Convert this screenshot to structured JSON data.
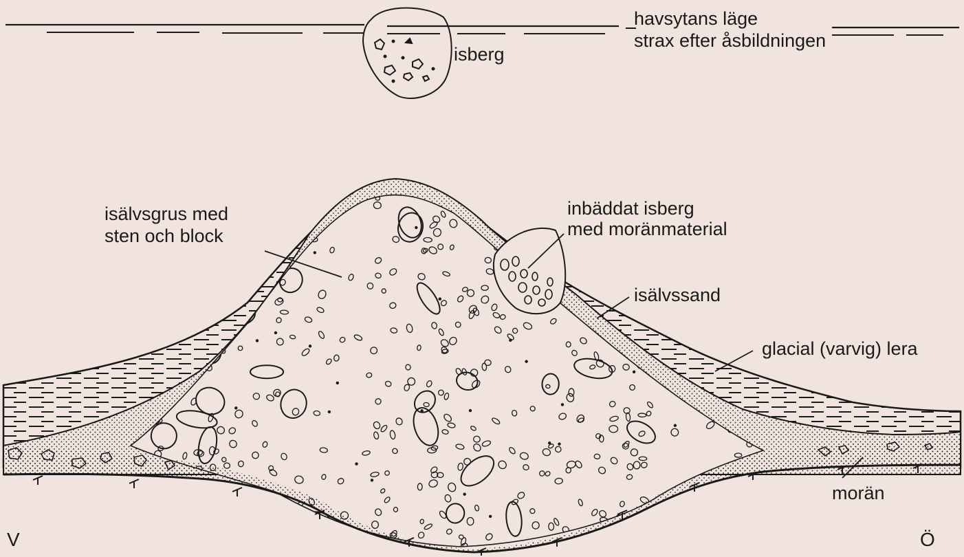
{
  "labels": {
    "sea_level_line1": "havsytans läge",
    "sea_level_line2": "strax efter åsbildningen",
    "iceberg": "isberg",
    "gravel_line1": "isälvsgrus med",
    "gravel_line2": "sten och block",
    "embedded_line1": "inbäddat isberg",
    "embedded_line2": "med moränmaterial",
    "sand": "isälvssand",
    "clay": "glacial (varvig) lera",
    "till": "morän",
    "west": "V",
    "east": "Ö"
  },
  "colors": {
    "paper": "#f1e4de",
    "ink": "#1a1a1a"
  }
}
